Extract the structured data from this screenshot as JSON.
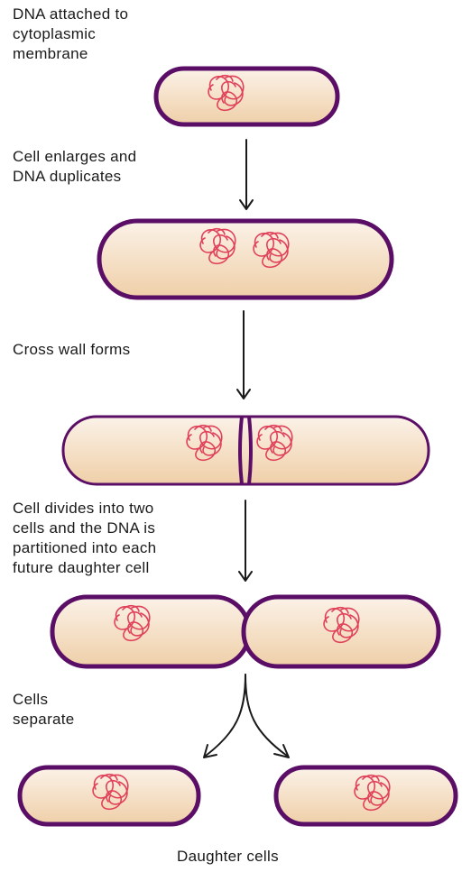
{
  "steps": [
    {
      "label": "DNA attached to\ncytoplasmic\nmembrane"
    },
    {
      "label": "Cell enlarges and\nDNA duplicates"
    },
    {
      "label": "Cross wall forms"
    },
    {
      "label": "Cell divides into two\ncells and the DNA is\npartitioned into each\nfuture daughter cell"
    },
    {
      "label": "Cells\nseparate"
    }
  ],
  "footer": {
    "caption": "Daughter cells"
  },
  "colors": {
    "membrane": "#5b0e66",
    "cytoplasm_light": "#fbf2e8",
    "cytoplasm_dark": "#efcfa8",
    "dna": "#e0415a",
    "arrow": "#1a1a1a"
  }
}
